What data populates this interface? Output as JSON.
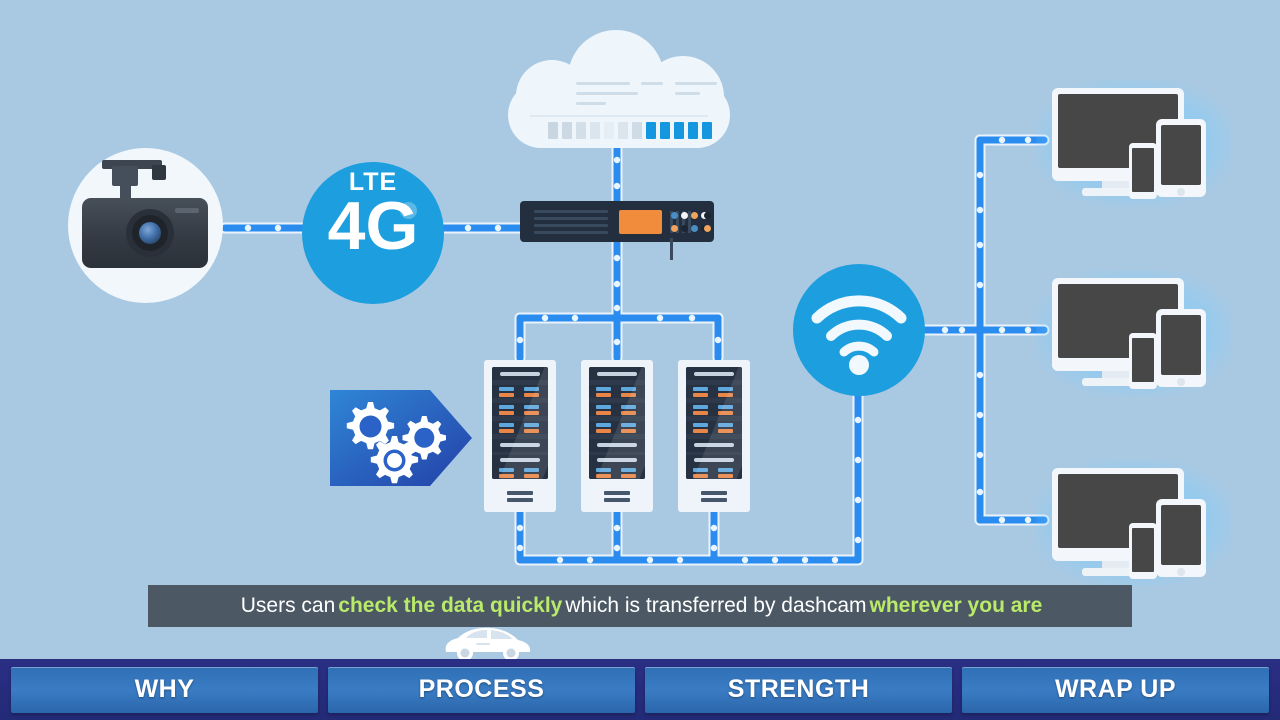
{
  "page": {
    "title": "Dashcam Cloud Data Flow",
    "background_color": "#a9c9e3"
  },
  "diagram": {
    "nodes": {
      "dashcam": {
        "name": "dashcam",
        "label": ""
      },
      "lte": {
        "small_label": "LTE",
        "big_label": "4G",
        "color": "#1d9ede"
      },
      "router": {
        "name": "router",
        "accent_color": "#f08c3c"
      },
      "cloud": {
        "name": "cloud",
        "segments_total": 12,
        "segments_active": 5,
        "active_color": "#1597e0",
        "inactive_color": "#c8d6e2"
      },
      "gears": {
        "name": "data-processing",
        "gear_count": 3,
        "color": "#2a62c8"
      },
      "servers": {
        "name": "server-rack-group",
        "count": 3
      },
      "wifi": {
        "name": "wifi",
        "color": "#1d9ede"
      },
      "devices": {
        "name": "device-cluster",
        "count": 3,
        "items": [
          "monitor",
          "phone",
          "tablet"
        ]
      }
    },
    "link_color": "#2b8cf0",
    "link_node_color": "#eaf6ff"
  },
  "caption": {
    "part1": "Users can",
    "highlight1": "check the data quickly",
    "part2": "which is transferred by dashcam",
    "highlight2": "wherever you are",
    "highlight_color": "#b9ea6a",
    "background_color": "#4c5964"
  },
  "nav": {
    "tabs": [
      {
        "label": "WHY"
      },
      {
        "label": "PROCESS"
      },
      {
        "label": "STRENGTH"
      },
      {
        "label": "WRAP UP"
      }
    ],
    "background_color": "#272e7c",
    "tab_color": "#3a7cc4"
  }
}
